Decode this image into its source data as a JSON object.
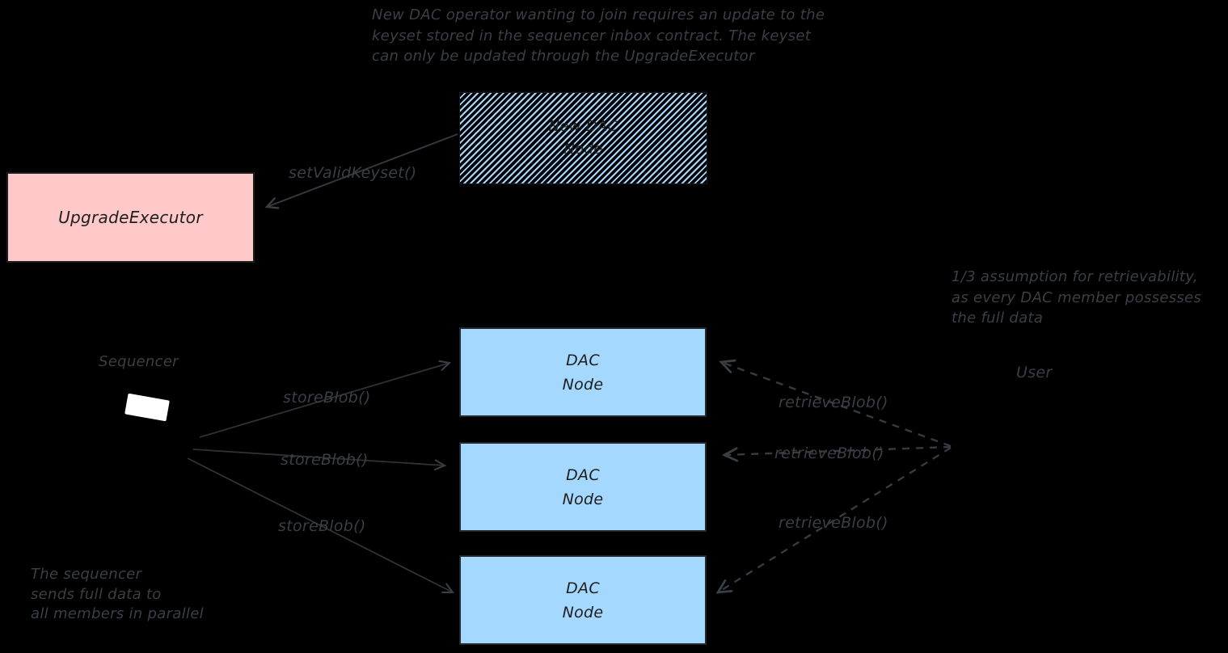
{
  "canvas": {
    "background": "#000000"
  },
  "colors": {
    "box_pink": "#ffc9c9",
    "box_blue": "#a5d8ff",
    "hatch_blue": "#a5d8ff",
    "box_text_dark": "#1e1e1e",
    "annotation_gray": "#3a3f46",
    "sequencer_screen_white": "#ffffff"
  },
  "notes": {
    "top": {
      "line1": "New DAC operator wanting to join requires an update to the",
      "line2": "keyset stored in the sequencer inbox contract. The keyset",
      "line3": "can only be updated through the UpgradeExecutor"
    },
    "right": {
      "line1": "1/3 assumption for retrievability,",
      "line2": "as every DAC member possesses",
      "line3": "the full data"
    },
    "bottom_left": {
      "line1": "The sequencer",
      "line2": "sends full data to",
      "line3": "all members in parallel"
    }
  },
  "nodes": {
    "new_dac_node": {
      "line1": "New DAC",
      "line2": "Node"
    },
    "upgrade_executor": {
      "label": "UpgradeExecutor"
    },
    "dac_node_1": {
      "line1": "DAC",
      "line2": "Node"
    },
    "dac_node_2": {
      "line1": "DAC",
      "line2": "Node"
    },
    "dac_node_3": {
      "line1": "DAC",
      "line2": "Node"
    },
    "sequencer": {
      "label": "Sequencer"
    },
    "user": {
      "label": "User"
    }
  },
  "edges": {
    "set_valid_keyset": {
      "label": "setValidKeyset()",
      "style": "solid-arrow"
    },
    "store_blob_1": {
      "label": "storeBlob()",
      "style": "solid-arrow"
    },
    "store_blob_2": {
      "label": "storeBlob()",
      "style": "solid-arrow"
    },
    "store_blob_3": {
      "label": "storeBlob()",
      "style": "solid-arrow"
    },
    "retrieve_blob_1": {
      "label": "retrieveBlob()",
      "style": "dashed-arrow"
    },
    "retrieve_blob_2": {
      "label": "retrieveBlob()",
      "style": "dashed-arrow"
    },
    "retrieve_blob_3": {
      "label": "retrieveBlob()",
      "style": "dashed-arrow"
    }
  }
}
